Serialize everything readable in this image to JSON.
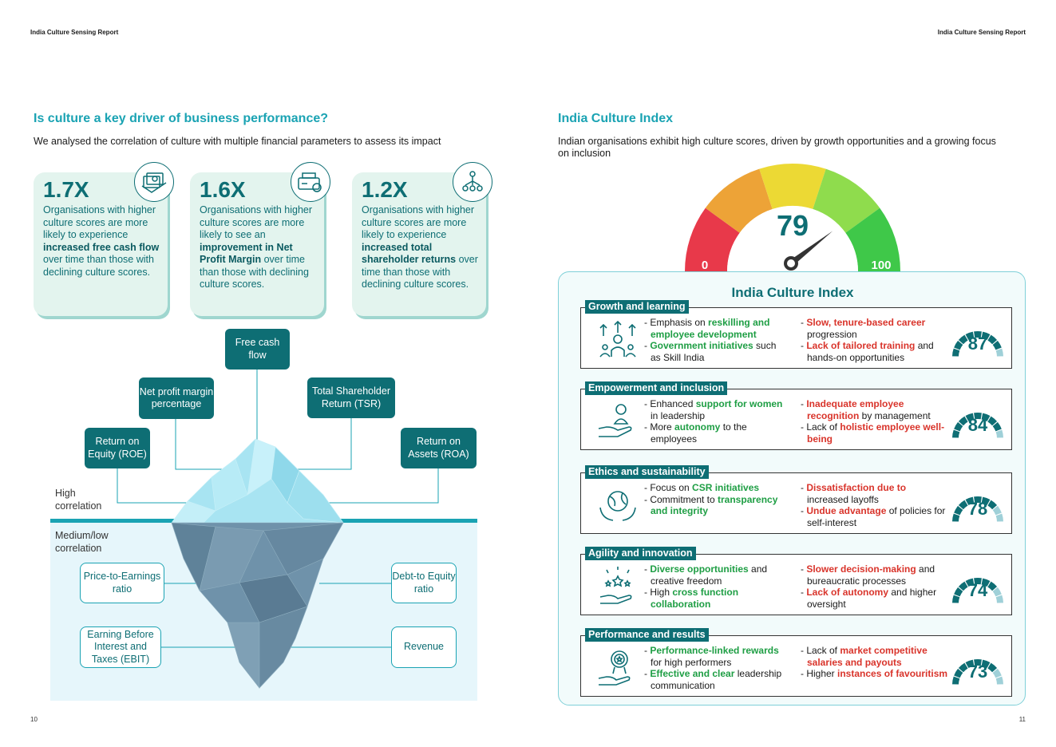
{
  "header": {
    "left": "India Culture Sensing Report",
    "right": "India Culture Sensing Report"
  },
  "page_numbers": {
    "left": "10",
    "right": "11"
  },
  "left_page": {
    "title": "Is culture a key driver of business performance?",
    "lead": "We analysed the correlation of culture with multiple financial parameters to assess its impact",
    "cards": [
      {
        "value": "1.7X",
        "text_before": "Organisations with higher culture scores are more likely to experience ",
        "bold": "increased free cash flow",
        "text_after": " over time than those with declining culture scores.",
        "icon": "cash-stack-icon"
      },
      {
        "value": "1.6X",
        "text_before": "Organisations with higher culture scores are more likely to see an ",
        "bold": "improvement in Net Profit Margin",
        "text_after": " over time than those with declining culture scores.",
        "icon": "profit-machine-icon"
      },
      {
        "value": "1.2X",
        "text_before": "Organisations with higher culture scores are more likely to experience ",
        "bold": "increased total shareholder returns",
        "text_after": " over time than those with declining culture scores.",
        "icon": "shareholders-icon"
      }
    ],
    "iceberg": {
      "high_label": "High correlation",
      "low_label": "Medium/low correlation",
      "high": {
        "fcf": "Free cash flow",
        "npm": "Net profit margin percentage",
        "tsr": "Total Shareholder Return (TSR)",
        "roe": "Return on Equity (ROE)",
        "roa": "Return on Assets (ROA)"
      },
      "low": {
        "pe": "Price-to-Earnings ratio",
        "de": "Debt-to Equity ratio",
        "ebit": "Earning Before Interest and Taxes (EBIT)",
        "rev": "Revenue"
      },
      "colors": {
        "water": "#e6f6fb",
        "waterline": "#1aa3b3",
        "ice_top": "#a8e4f2",
        "ice_under": "#6f92aa"
      }
    }
  },
  "right_page": {
    "title": "India Culture Index",
    "lead": "Indian organisations exhibit high culture scores, driven by growth opportunities and a growing focus on inclusion",
    "gauge": {
      "value": "79",
      "min": "0",
      "max": "100",
      "needle_fraction": 0.79,
      "segment_colors": [
        "#e8394a",
        "#eda337",
        "#ecd934",
        "#8fdc4d",
        "#3fc849"
      ]
    },
    "panel_title": "India Culture Index",
    "categories": [
      {
        "name": "Growth and learning",
        "score": "87",
        "icon": "growth-people-icon",
        "pos": [
          [
            "- Emphasis on ",
            {
              "g": "reskilling and employee development"
            }
          ],
          [
            "- ",
            {
              "g": "Government initiatives"
            },
            " such as Skill India"
          ]
        ],
        "neg": [
          [
            "- ",
            {
              "r": "Slow, tenure-based career"
            },
            " progression"
          ],
          [
            "- ",
            {
              "r": "Lack of tailored training"
            },
            " and hands-on opportunities"
          ]
        ]
      },
      {
        "name": "Empowerment and inclusion",
        "score": "84",
        "icon": "woman-in-hand-icon",
        "pos": [
          [
            "- Enhanced ",
            {
              "g": "support for women"
            },
            " in leadership"
          ],
          [
            "- More ",
            {
              "g": "autonomy"
            },
            " to the employees"
          ]
        ],
        "neg": [
          [
            "- ",
            {
              "r": "Inadequate employee recognition"
            },
            " by management"
          ],
          [
            "- Lack of ",
            {
              "r": "holistic employee well-being"
            }
          ]
        ]
      },
      {
        "name": "Ethics and sustainability",
        "score": "78",
        "icon": "globe-hands-icon",
        "pos": [
          [
            "- Focus on ",
            {
              "g": "CSR initiatives"
            }
          ],
          [
            "- Commitment to ",
            {
              "g": "transparency and integrity"
            }
          ]
        ],
        "neg": [
          [
            "- ",
            {
              "r": "Dissatisfaction due to"
            },
            " increased layoffs"
          ],
          [
            "- ",
            {
              "r": "Undue advantage"
            },
            " of policies for self-interest"
          ]
        ]
      },
      {
        "name": "Agility and innovation",
        "score": "74",
        "icon": "hand-stars-icon",
        "pos": [
          [
            "- ",
            {
              "g": "Diverse opportunities"
            },
            " and creative freedom"
          ],
          [
            "- High ",
            {
              "g": "cross function collaboration"
            }
          ]
        ],
        "neg": [
          [
            "- ",
            {
              "r": "Slower decision-making"
            },
            " and bureaucratic processes"
          ],
          [
            "- ",
            {
              "r": "Lack of autonomy"
            },
            " and higher oversight"
          ]
        ]
      },
      {
        "name": "Performance and results",
        "score": "73",
        "icon": "medal-hand-icon",
        "pos": [
          [
            "- ",
            {
              "g": "Performance-linked rewards"
            },
            " for high performers"
          ],
          [
            "- ",
            {
              "g": "Effective and clear"
            },
            " leadership communication"
          ]
        ],
        "neg": [
          [
            "- Lack of ",
            {
              "r": "market competitive salaries and payouts"
            }
          ],
          [
            "- Higher ",
            {
              "r": "instances of favouritism"
            }
          ]
        ]
      }
    ]
  }
}
